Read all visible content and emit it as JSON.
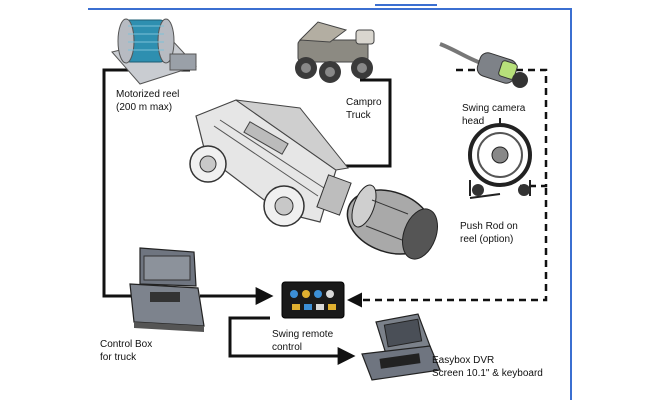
{
  "labels": {
    "motorized_reel": "Motorized reel\n(200 m max)",
    "campro_truck": "Campro\nTruck",
    "swing_camera_head": "Swing camera\nhead",
    "push_rod": "Push Rod on\nreel (option)",
    "control_box": "Control Box\nfor truck",
    "swing_remote": "Swing remote\ncontrol",
    "easybox": "Easybox DVR\nScreen 10.1\" & keyboard"
  },
  "colors": {
    "frame_accent": "#3b6fd1",
    "reel_cable": "#2e8fb0",
    "connector": "#111111",
    "device_gray": "#8a8f96",
    "case_gray": "#6f7580"
  }
}
